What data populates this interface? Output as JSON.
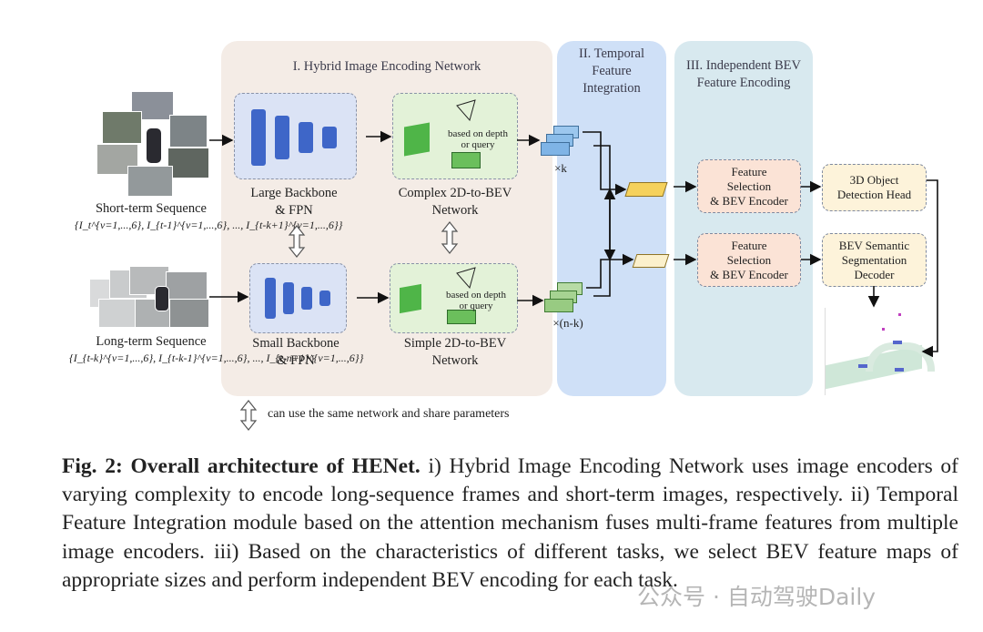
{
  "sections": {
    "hybrid": "I. Hybrid Image Encoding Network",
    "temporal": "II. Temporal\nFeature\nIntegration",
    "independent": "III. Independent BEV\nFeature Encoding"
  },
  "inputs": {
    "short_label": "Short-term Sequence",
    "short_formula": "{I_t^{v=1,...,6}, I_{t-1}^{v=1,...,6}, ..., I_{t-k+1}^{v=1,...,6}}",
    "long_label": "Long-term Sequence",
    "long_formula": "{I_{t-k}^{v=1,...,6}, I_{t-k-1}^{v=1,...,6}, ..., I_{t-n+1}^{v=1,...,6}}"
  },
  "encoders": {
    "large": "Large Backbone\n& FPN",
    "small": "Small Backbone\n& FPN",
    "complex": "Complex 2D-to-BEV\nNetwork",
    "simple": "Simple 2D-to-BEV\nNetwork",
    "depth_note": "based on depth\nor query"
  },
  "temporal": {
    "short_count": "×k",
    "long_count": "×(n-k)"
  },
  "heads": {
    "feature_encoder": "Feature\nSelection\n& BEV Encoder",
    "detection": "3D Object\nDetection Head",
    "segmentation": "BEV Semantic\nSegmentation\nDecoder"
  },
  "legend": {
    "share_note": "can use the same network and share parameters"
  },
  "caption": {
    "prefix": "Fig. 2: Overall architecture of HENet.",
    "text": " i) Hybrid Image Encoding Network uses image encoders of varying complexity to encode long-sequence frames and short-term images, respectively. ii) Temporal Feature Integration module based on the attention mechanism fuses multi-frame features from multiple image encoders. iii) Based on the characteristics of different tasks, we select BEV feature maps of appropriate sizes and perform independent BEV encoding for each task."
  },
  "watermark": "公众号 · 自动驾驶Daily",
  "colors": {
    "hybrid_bg": "#f4ece6",
    "temporal_bg": "#cfe0f7",
    "independent_bg": "#d8e9ef",
    "backbone_bg": "#dbe3f5",
    "bev_bg": "#e3f2d8",
    "feature_bg": "#fbe3d6",
    "head_bg": "#fdf3da",
    "block_blue": "#3e66c8"
  }
}
